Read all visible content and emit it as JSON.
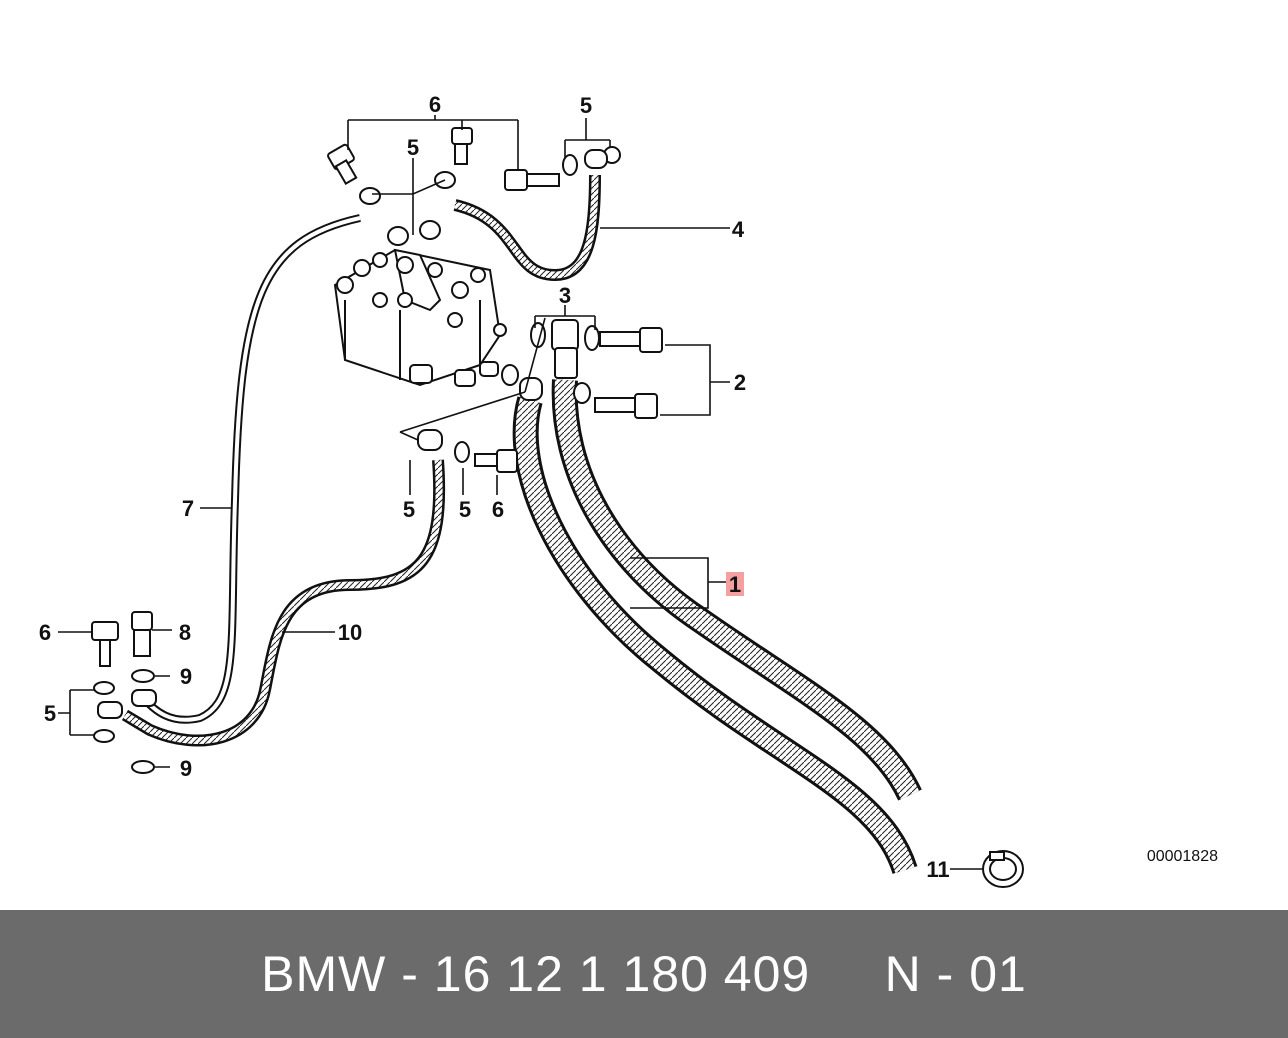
{
  "diagram": {
    "reference_number": "00001828",
    "callouts": {
      "c1": "1",
      "c2": "2",
      "c3": "3",
      "c4": "4",
      "c5_top_right": "5",
      "c5_top_mid": "5",
      "c5_mid_a": "5",
      "c5_mid_b": "5",
      "c5_left": "5",
      "c6_top": "6",
      "c6_mid": "6",
      "c6_left": "6",
      "c7": "7",
      "c8": "8",
      "c9_upper": "9",
      "c9_lower": "9",
      "c10": "10",
      "c11": "11"
    },
    "highlight_color": "#f4a0a0"
  },
  "footer": {
    "part_label": "BMW - 16 12 1 180 409     N - 01",
    "background": "#6b6b6b"
  }
}
